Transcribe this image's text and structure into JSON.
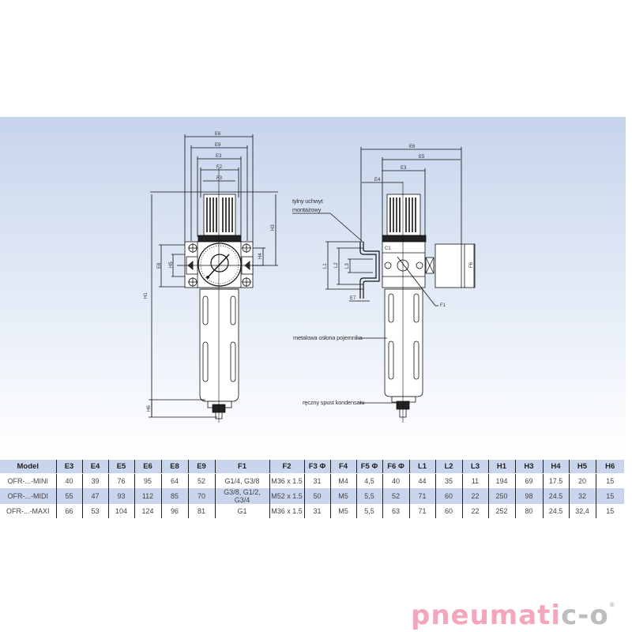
{
  "diagram": {
    "front_view": {
      "dimension_labels": [
        "E6",
        "E9",
        "E3",
        "F2",
        "F3",
        "H3",
        "H1",
        "E8",
        "H4",
        "H5",
        "H6"
      ]
    },
    "side_view": {
      "dimension_labels": [
        "E6",
        "E5",
        "E3",
        "E4",
        "L1",
        "L2",
        "L3",
        "C1",
        "E7",
        "F6",
        "F1"
      ],
      "annotations": {
        "rear_bracket": "tylny uchwyt",
        "rear_bracket_2": "montażowy",
        "metal_cover": "metalowa osłona pojemnika",
        "manual_drain": "ręczny spust kondensatu"
      }
    }
  },
  "table": {
    "headers": [
      "Model",
      "E3",
      "E4",
      "E5",
      "E6",
      "E8",
      "E9",
      "F1",
      "F2",
      "F3 Φ",
      "F4",
      "F5 Φ",
      "F6 Φ",
      "L1",
      "L2",
      "L3",
      "H1",
      "H3",
      "H4",
      "H5",
      "H6"
    ],
    "rows": [
      [
        "OFR-...-MINI",
        "40",
        "39",
        "76",
        "95",
        "64",
        "52",
        "G1/4, G3/8",
        "M36 x 1.5",
        "31",
        "M4",
        "4,5",
        "40",
        "44",
        "35",
        "11",
        "194",
        "69",
        "17.5",
        "20",
        "15"
      ],
      [
        "OFR-...-MIDI",
        "55",
        "47",
        "93",
        "112",
        "85",
        "70",
        "G3/8, G1/2, G3/4",
        "M52 x 1.5",
        "50",
        "M5",
        "5,5",
        "52",
        "71",
        "60",
        "22",
        "250",
        "98",
        "24.5",
        "32",
        "15"
      ],
      [
        "OFR-...-MAXI",
        "66",
        "53",
        "104",
        "124",
        "96",
        "81",
        "G1",
        "M36 x 1.5",
        "31",
        "M5",
        "5,5",
        "63",
        "71",
        "60",
        "22",
        "252",
        "80",
        "24.5",
        "32,4",
        "15"
      ]
    ]
  },
  "brand": {
    "name_main": "pneumati",
    "name_tail": "c-o",
    "registered": "®",
    "primary_color": "#f4a7bb",
    "secondary_color": "#bdbdbd"
  },
  "colors": {
    "band_top": "#c6d4ec",
    "table_header": "#c8d5ec"
  }
}
